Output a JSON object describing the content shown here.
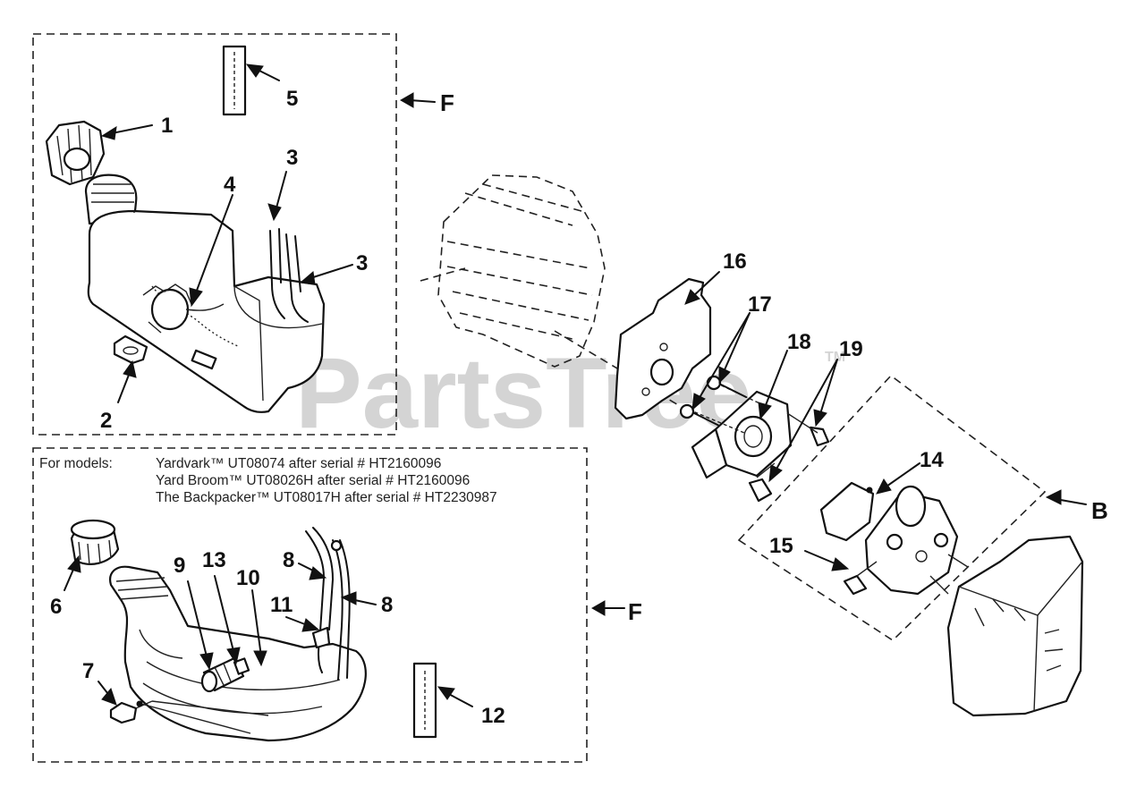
{
  "watermark": {
    "text": "PartsTree",
    "trademark": "TM"
  },
  "top_panel": {
    "group_letter": "F",
    "callouts": [
      {
        "id": "1",
        "text": "1"
      },
      {
        "id": "2",
        "text": "2"
      },
      {
        "id": "3a",
        "text": "3"
      },
      {
        "id": "3b",
        "text": "3"
      },
      {
        "id": "4",
        "text": "4"
      },
      {
        "id": "5",
        "text": "5"
      }
    ]
  },
  "bottom_panel": {
    "group_letter": "F",
    "note": {
      "prefix": "For  models:",
      "lines": [
        "Yardvark™  UT08074 after serial # HT2160096",
        "Yard Broom™  UT08026H after serial # HT2160096",
        "The Backpacker™ UT08017H after serial # HT2230987"
      ]
    },
    "callouts": [
      {
        "id": "6",
        "text": "6"
      },
      {
        "id": "7",
        "text": "7"
      },
      {
        "id": "8a",
        "text": "8"
      },
      {
        "id": "8b",
        "text": "8"
      },
      {
        "id": "9",
        "text": "9"
      },
      {
        "id": "10",
        "text": "10"
      },
      {
        "id": "11",
        "text": "11"
      },
      {
        "id": "12",
        "text": "12"
      },
      {
        "id": "13",
        "text": "13"
      }
    ]
  },
  "carb_assembly": {
    "group_letter": "B",
    "callouts": [
      {
        "id": "14",
        "text": "14"
      },
      {
        "id": "15",
        "text": "15"
      },
      {
        "id": "16",
        "text": "16"
      },
      {
        "id": "17",
        "text": "17"
      },
      {
        "id": "18",
        "text": "18"
      },
      {
        "id": "19",
        "text": "19"
      }
    ]
  }
}
